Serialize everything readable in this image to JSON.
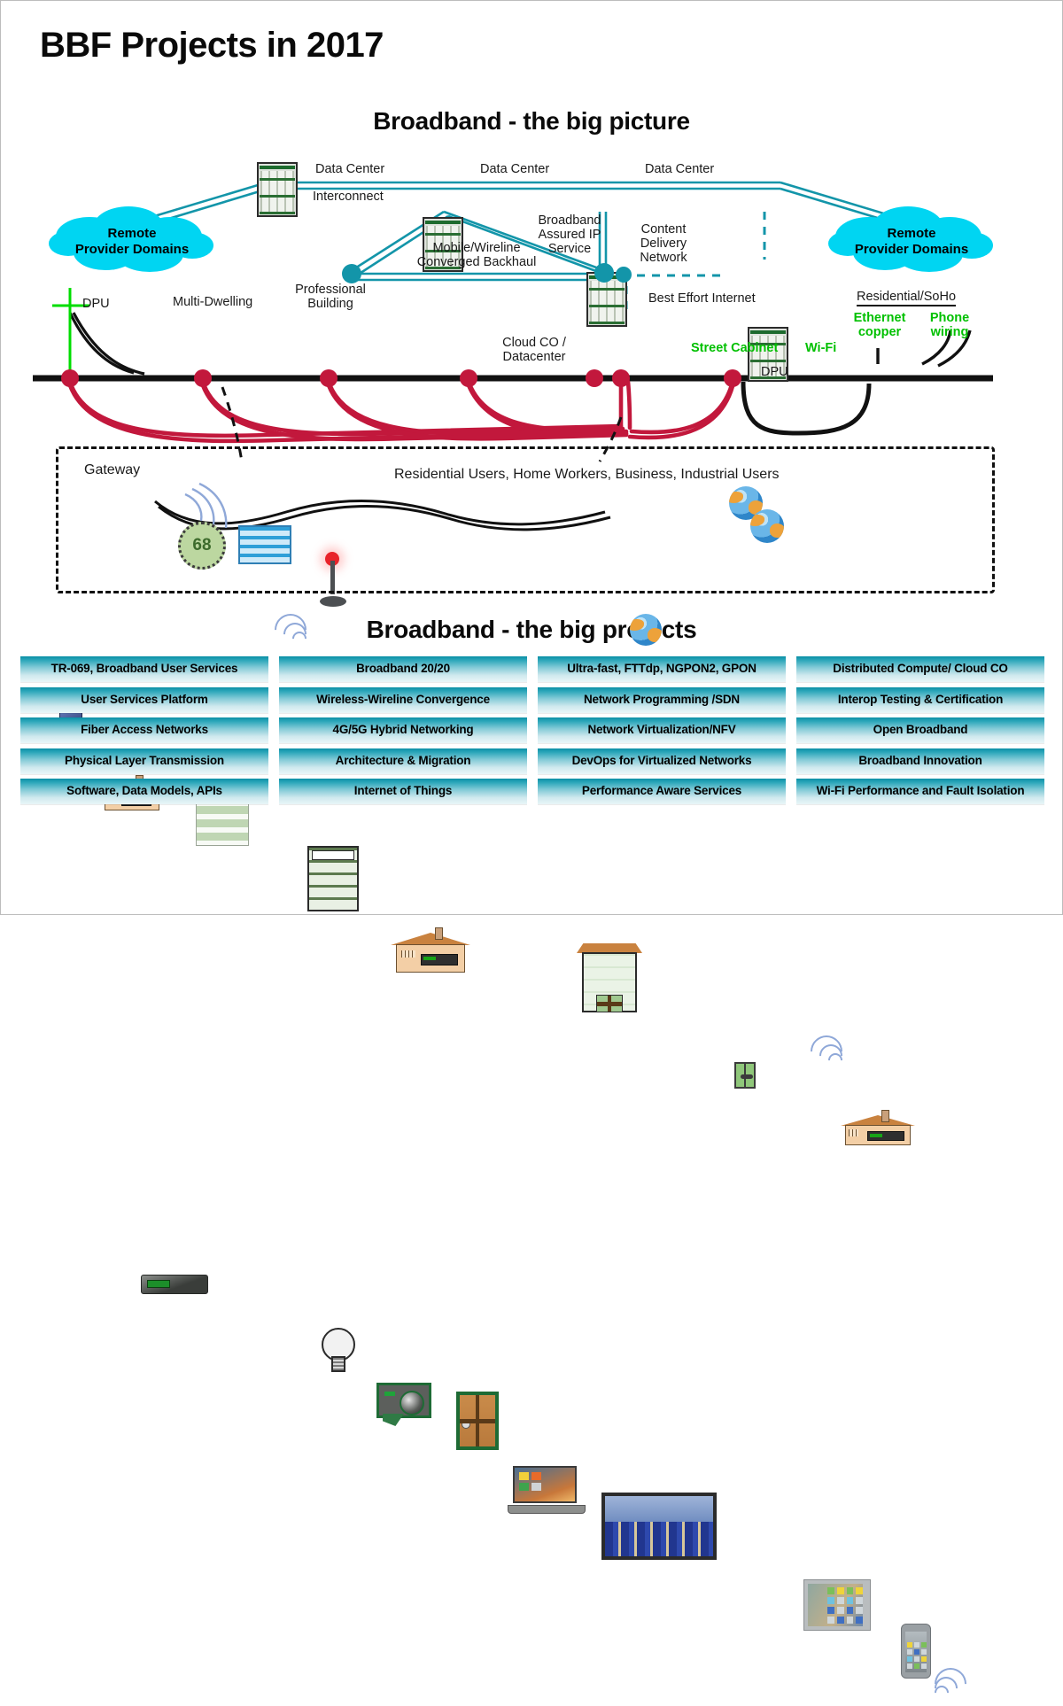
{
  "slide": {
    "title": "BBF Projects in 2017",
    "section_picture": "Broadband - the big picture",
    "section_projects": "Broadband - the big projects"
  },
  "colors": {
    "cloud": "#00d5f2",
    "teal_link": "#1395a9",
    "fiber_red": "#c2183c",
    "green_text": "#00c000",
    "box_gradient_top": "#0b8fa6",
    "box_gradient_bottom": "#eaf6f8"
  },
  "diagram": {
    "clouds": [
      {
        "name": "remote-provider-domains-left",
        "line1": "Remote",
        "line2": "Provider Domains"
      },
      {
        "name": "remote-provider-domains-right",
        "line1": "Remote",
        "line2": "Provider Domains"
      }
    ],
    "data_centers": [
      {
        "label": "Data Center"
      },
      {
        "label": "Data Center"
      },
      {
        "label": "Data Center"
      }
    ],
    "labels": {
      "interconnect": "Interconnect",
      "backhaul": "Mobile/Wireline\nConverged Backhaul",
      "assured_ip": "Broadband\nAssured IP\nService",
      "cdn": "Content\nDelivery\nNetwork",
      "best_effort": "Best Effort Internet",
      "professional_building": "Professional\nBuilding",
      "multi_dwelling": "Multi-Dwelling",
      "cloud_co": "Cloud CO /\nDatacenter",
      "dpu_left": "DPU",
      "dpu_cabinet": "DPU",
      "street_cabinet": "Street Cabinet",
      "wifi": "Wi-Fi",
      "residential_soho": "Residential/SoHo",
      "ethernet_copper": "Ethernet\ncopper",
      "phone_wiring": "Phone\nwiring"
    },
    "home_box": {
      "gateway": "Gateway",
      "users": "Residential Users, Home Workers, Business, Industrial Users",
      "thermostat_value": "68",
      "devices": [
        "gateway-device",
        "thermostat-device",
        "water-sensor-device",
        "smart-bulb-device",
        "security-camera-device",
        "smart-door-device",
        "laptop-device",
        "television-device",
        "tablet-device",
        "smartphone-device"
      ]
    }
  },
  "projects": {
    "columns": [
      {
        "name": "column-1",
        "items": [
          "TR-069, Broadband User Services",
          "User Services Platform",
          "Fiber Access Networks",
          "Physical Layer Transmission",
          "Software, Data Models, APIs"
        ]
      },
      {
        "name": "column-2",
        "items": [
          "Broadband 20/20",
          "Wireless-Wireline Convergence",
          "4G/5G Hybrid Networking",
          "Architecture & Migration",
          "Internet of Things"
        ]
      },
      {
        "name": "column-3",
        "items": [
          "Ultra-fast, FTTdp, NGPON2, GPON",
          "Network Programming /SDN",
          "Network Virtualization/NFV",
          "DevOps for Virtualized Networks",
          "Performance Aware Services"
        ]
      },
      {
        "name": "column-4",
        "items": [
          "Distributed Compute/ Cloud CO",
          "Interop Testing & Certification",
          "Open Broadband",
          "Broadband Innovation",
          "Wi-Fi Performance and Fault Isolation"
        ]
      }
    ]
  }
}
